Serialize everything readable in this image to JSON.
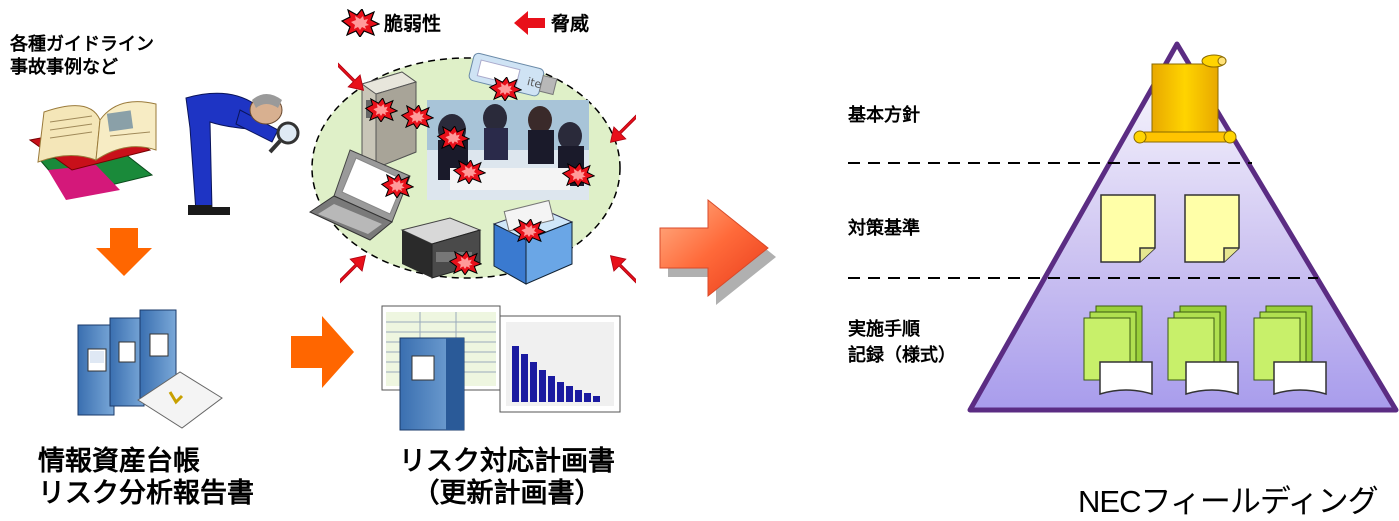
{
  "legend": {
    "vulnerability_label": "脆弱性",
    "threat_label": "脅威"
  },
  "guidelines_label": [
    "各種ガイドライン",
    "事故事例など"
  ],
  "asset_ledger_caption": [
    "情報資産台帳",
    "リスク分析報告書"
  ],
  "risk_plan_caption": [
    "リスク対応計画書",
    "（更新計画書）"
  ],
  "pyramid": {
    "levels": [
      {
        "label_lines": [
          "基本方針"
        ]
      },
      {
        "label_lines": [
          "対策基準"
        ]
      },
      {
        "label_lines": [
          "実施手順",
          "記録（様式）"
        ]
      }
    ]
  },
  "usb_text": "ite",
  "footer": "NECフィールディング",
  "colors": {
    "arrow_orange": "#ff6600",
    "threat_red": "#e8101a",
    "pyramid_border": "#5b2c83",
    "ellipse_fill": "#dff0c8",
    "doc_yellow": "#ffffa8",
    "doc_green": "#c8f06a",
    "scroll_gold": "#f5c400"
  }
}
